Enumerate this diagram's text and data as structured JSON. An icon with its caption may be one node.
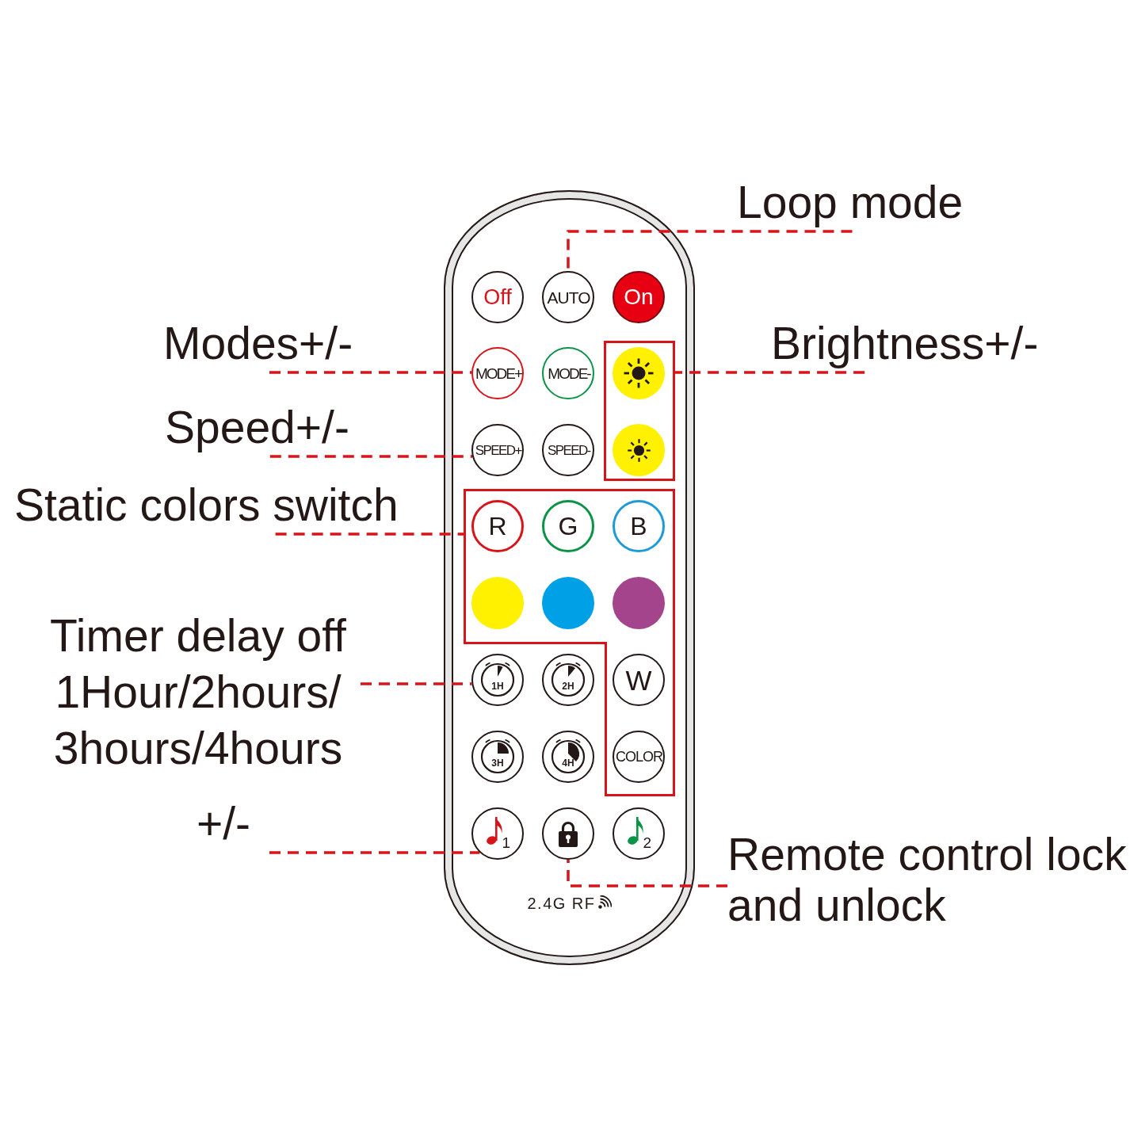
{
  "diagram": {
    "nodes": [
      {
        "text": [
          "Loop mode"
        ]
      },
      {
        "text": [
          "Modes+/-"
        ]
      },
      {
        "text": [
          "Brightness+/-"
        ]
      },
      {
        "text": [
          "Speed+/-"
        ]
      },
      {
        "text": [
          "Static colors switch"
        ]
      },
      {
        "text": [
          "Timer delay off 1Hour/2hours/ 3hours/4hours"
        ]
      },
      {
        "text": [
          "+/-"
        ]
      },
      {
        "text": [
          "Remote control lock and unlock"
        ]
      },
      {
        "text": [
          "2.4G RF"
        ]
      },
      {
        "text": [
          "Off"
        ],
        "in": 8
      },
      {
        "text": [
          "AUTO"
        ],
        "in": 8
      },
      {
        "text": [
          "On"
        ],
        "in": 8
      },
      {
        "text": [
          "MODE+"
        ],
        "in": 8
      },
      {
        "text": [
          "MODE-"
        ],
        "in": 8
      },
      {
        "text": [],
        "shape": "box",
        "in": 8
      },
      {
        "text": [],
        "shape": "circle",
        "in": 14
      },
      {
        "text": [],
        "shape": "circle",
        "in": 14
      },
      {
        "text": [
          "SPEED+"
        ],
        "in": 8
      },
      {
        "text": [
          "SPEED-"
        ],
        "in": 8
      },
      {
        "text": [],
        "shape": "box",
        "in": 8
      },
      {
        "text": [
          "R"
        ],
        "in": 19
      },
      {
        "text": [
          "G"
        ],
        "in": 19
      },
      {
        "text": [
          "B"
        ],
        "in": 19
      },
      {
        "text": [],
        "shape": "circle",
        "in": 19
      },
      {
        "text": [],
        "shape": "circle",
        "in": 19
      },
      {
        "text": [],
        "shape": "circle",
        "in": 19
      },
      {
        "text": [
          "1H"
        ],
        "in": 8
      },
      {
        "text": [
          "2H"
        ],
        "in": 8
      },
      {
        "text": [
          "W"
        ],
        "in": 19
      },
      {
        "text": [
          "3H"
        ],
        "in": 8
      },
      {
        "text": [
          "4H"
        ],
        "in": 8
      },
      {
        "text": [
          "COLOR"
        ],
        "in": 19
      },
      {
        "text": [
          "1"
        ],
        "in": 8
      },
      {
        "text": [],
        "shape": "circle",
        "in": 8
      },
      {
        "text": [
          "2"
        ],
        "in": 8
      }
    ],
    "edges": [
      {
        "from": 0,
        "to": 10,
        "arrow": "none",
        "style": "dashed"
      },
      {
        "from": 1,
        "to": 12,
        "arrow": "none",
        "style": "dashed"
      },
      {
        "from": 2,
        "to": 14,
        "arrow": "none",
        "style": "dashed"
      },
      {
        "from": 3,
        "to": 17,
        "arrow": "none",
        "style": "dashed"
      },
      {
        "from": 4,
        "to": 19,
        "arrow": "none",
        "style": "dashed"
      },
      {
        "from": 5,
        "to": 26,
        "arrow": "none",
        "style": "dashed"
      },
      {
        "from": 6,
        "to": 32,
        "arrow": "none",
        "style": "dashed"
      },
      {
        "from": 7,
        "to": 33,
        "arrow": "none",
        "style": "dashed"
      }
    ]
  }
}
